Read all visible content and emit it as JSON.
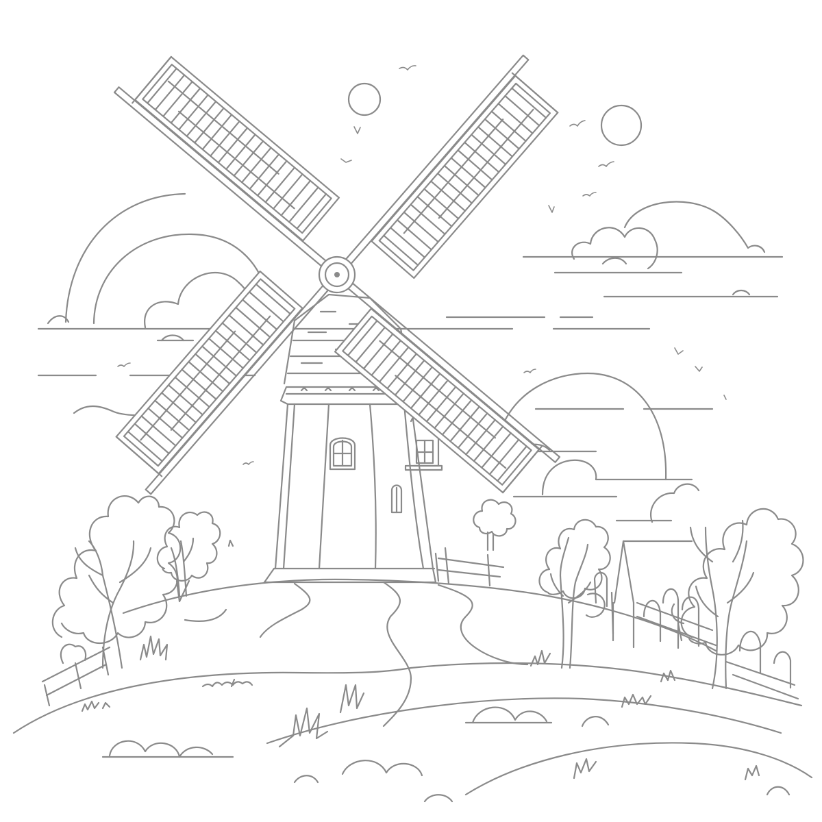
{
  "colors": {
    "background": "#ffffff",
    "line": "#8a8a8a"
  },
  "scene": {
    "subject": "windmill",
    "sail_count": 4,
    "tree_count": 6,
    "sun_count": 2,
    "style": "line-art coloring page"
  }
}
